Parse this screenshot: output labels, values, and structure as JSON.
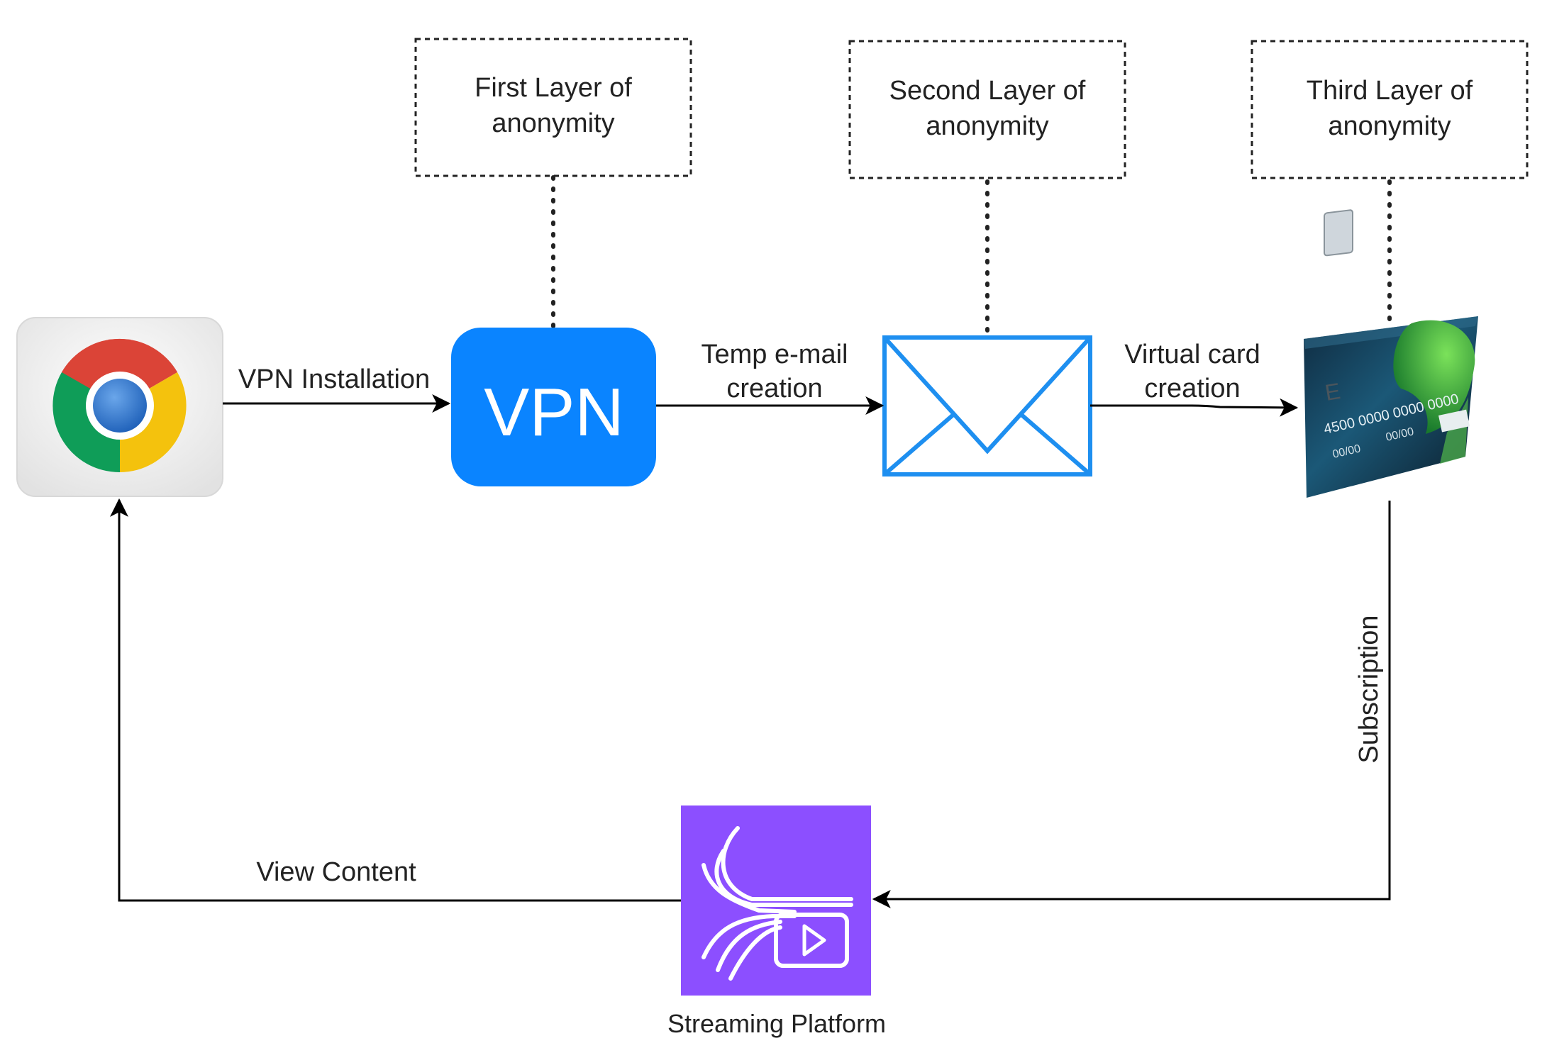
{
  "diagram": {
    "layers": [
      {
        "line1": "First Layer of",
        "line2": "anonymity"
      },
      {
        "line1": "Second Layer of",
        "line2": "anonymity"
      },
      {
        "line1": "Third Layer of",
        "line2": "anonymity"
      }
    ],
    "nodes": {
      "browser": {
        "icon": "chrome-browser-icon"
      },
      "vpn": {
        "text": "VPN",
        "color": "#0a84ff"
      },
      "email": {
        "icon": "envelope-icon",
        "color": "#1e8ff0"
      },
      "card": {
        "icon": "credit-card-icon",
        "chip_text": "E",
        "number_text": "4500  0000  0000  0000",
        "sub_text": "00/00",
        "name_text": "00/00"
      },
      "streaming": {
        "label": "Streaming Platform",
        "color": "#8c4fff"
      }
    },
    "edges": {
      "vpn_installation": "VPN Installation",
      "temp_email_line1": "Temp e-mail",
      "temp_email_line2": "creation",
      "virtual_card_line1": "Virtual card",
      "virtual_card_line2": "creation",
      "subscription": "Subscription",
      "view_content": "View Content"
    }
  }
}
